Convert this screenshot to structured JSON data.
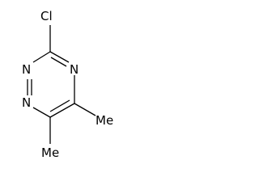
{
  "molecule": {
    "atoms": {
      "chlorine": "Cl",
      "nitrogen_right": "N",
      "nitrogen_upper_left": "N",
      "nitrogen_lower_left": "N",
      "methyl_right": "Me",
      "methyl_bottom": "Me"
    },
    "colors": {
      "ink": "#000000",
      "background": "#ffffff"
    }
  }
}
